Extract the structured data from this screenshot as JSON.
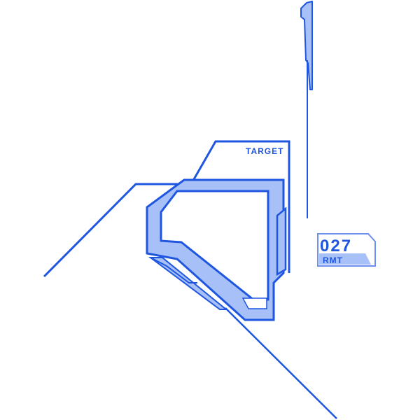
{
  "hud": {
    "target_label": "TARGET",
    "counter_value": "027",
    "counter_unit": "RMT"
  },
  "colors": {
    "line": "#1f56e0",
    "fill": "#a7c0f7",
    "background": "#ffffff"
  }
}
